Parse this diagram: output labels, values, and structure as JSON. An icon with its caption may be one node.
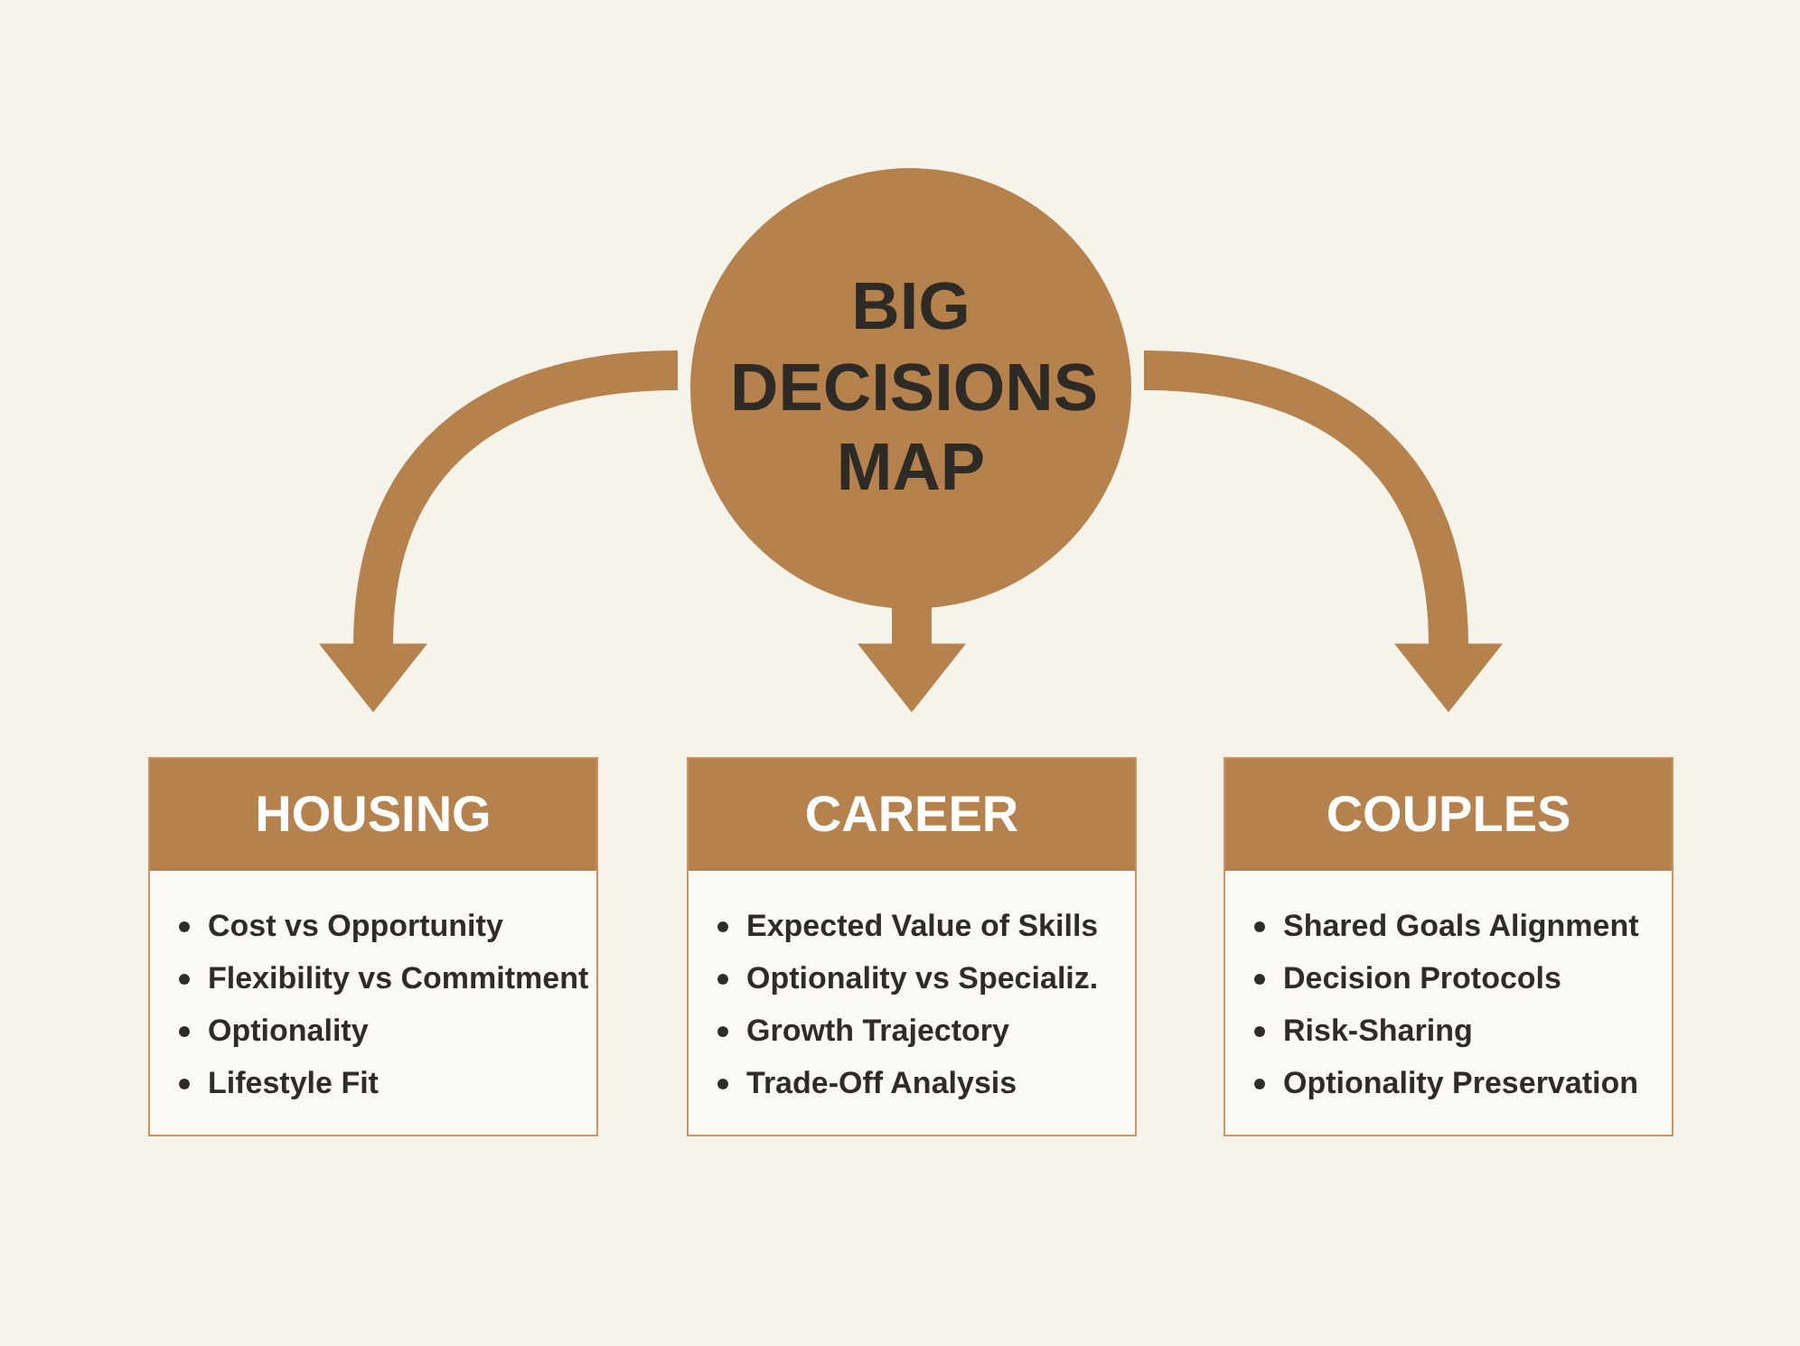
{
  "diagram": {
    "nodes": [
      {
        "text": [
          "BIG DECISIONS MAP"
        ]
      },
      {
        "text": [
          "HOUSING",
          "Cost vs Opportunity",
          "Flexibility vs Commitment",
          "Optionality",
          "Lifestyle Fit"
        ]
      },
      {
        "text": [
          "CAREER",
          "Expected Value of Skills",
          "Optionality vs Specializ.",
          "Growth Trajectory",
          "Trade-Off Analysis"
        ]
      },
      {
        "text": [
          "COUPLES",
          "Shared Goals Alignment",
          "Decision Protocols",
          "Risk-Sharing",
          "Optionality Preservation"
        ]
      }
    ],
    "edges": [
      {
        "from": 0,
        "to": 1,
        "arrow": "to"
      },
      {
        "from": 0,
        "to": 2,
        "arrow": "to"
      },
      {
        "from": 0,
        "to": 3,
        "arrow": "to"
      }
    ]
  }
}
